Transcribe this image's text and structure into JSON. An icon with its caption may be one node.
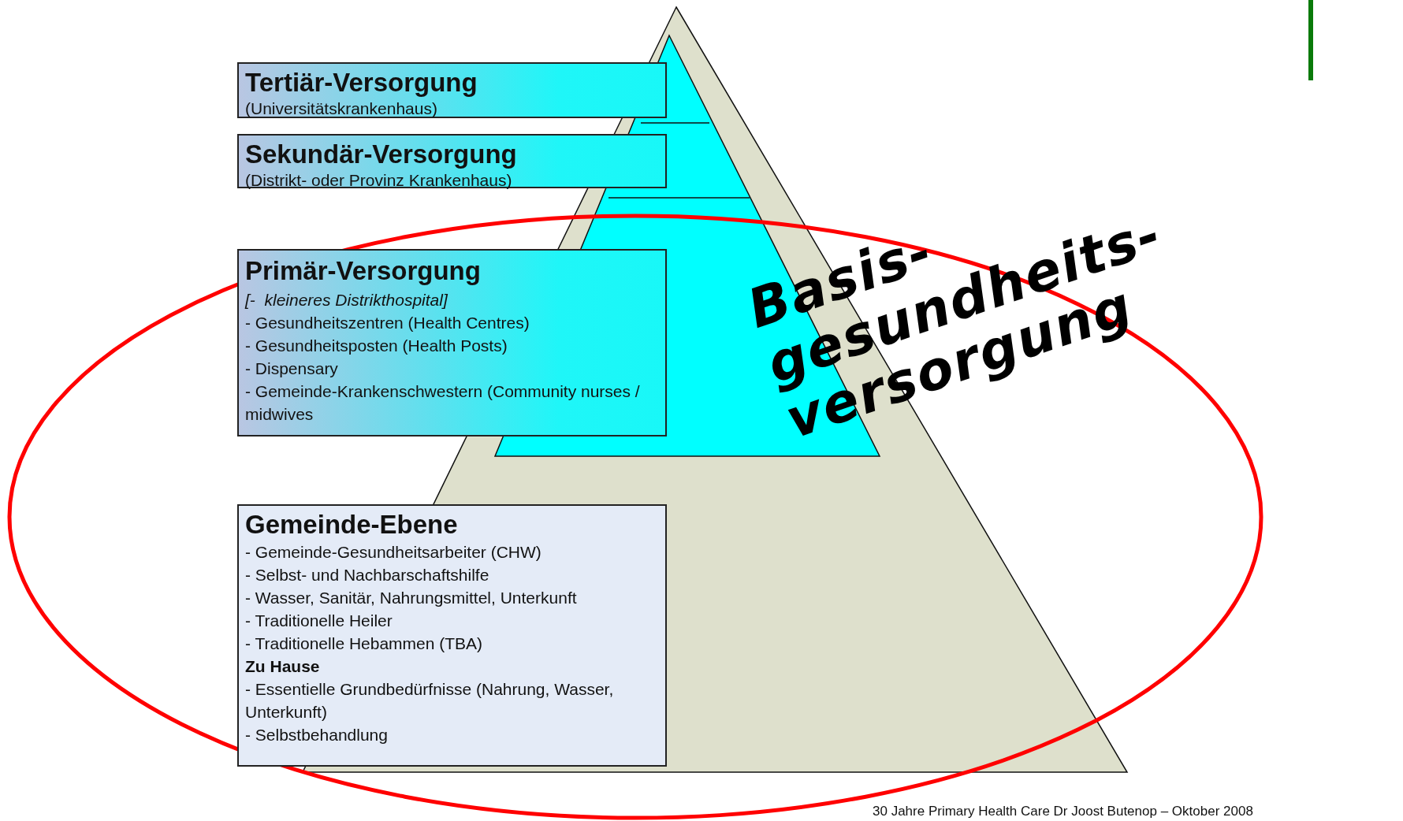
{
  "diagram": {
    "nodes": [
      {
        "text": [
          "Tertiär-Versorgung",
          "(Universitätskrankenhaus)"
        ]
      },
      {
        "text": [
          "Sekundär-Versorgung",
          "(Distrikt- oder Provinz Krankenhaus)"
        ]
      },
      {
        "text": [
          "Primär-Versorgung",
          "[-  kleineres Distrikthospital]",
          "- Gesundheitszentren (Health Centres)",
          "- Gesundheitsposten (Health Posts)",
          "- Dispensary",
          "- Gemeinde-Krankenschwestern (Community nurses / midwives"
        ]
      },
      {
        "text": [
          "Gemeinde-Ebene",
          "- Gemeinde-Gesundheitsarbeiter (CHW)",
          "- Selbst- und Nachbarschaftshilfe",
          "- Wasser, Sanitär, Nahrungsmittel, Unterkunft",
          "- Traditionelle Heiler",
          "- Traditionelle Hebammen (TBA)",
          "Zu Hause",
          "- Essentielle Grundbedürfnisse (Nahrung, Wasser, Unterkunft)",
          "- Selbstbehandlung"
        ]
      }
    ],
    "edges": [],
    "labels": [
      "Basis- gesundheits- versorgung",
      "30 Jahre Primary Health Care Dr Joost Butenop – Oktober 2008"
    ]
  }
}
